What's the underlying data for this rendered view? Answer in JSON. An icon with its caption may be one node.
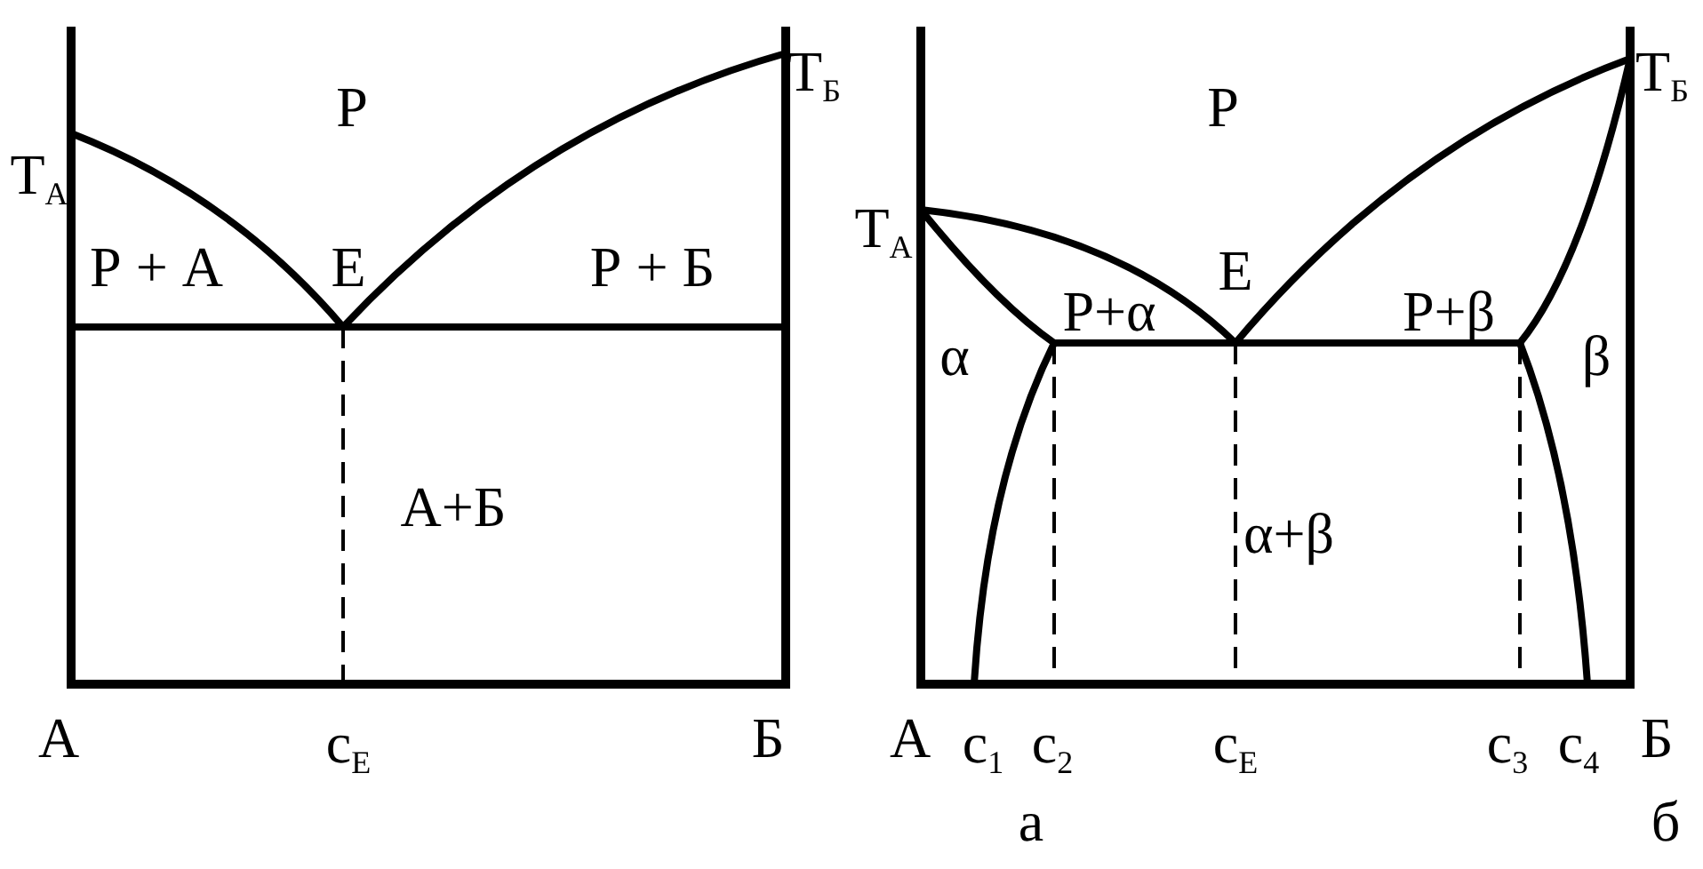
{
  "diagram": {
    "labels": [
      "Т$_{Б}$",
      "Р",
      "Т$_{А}$",
      "Р + А",
      "Е",
      "Р + Б",
      "А+Б",
      "А",
      "c$_{Е}$",
      "Б",
      "а",
      "Р",
      "Т$_{Б}$",
      "Т$_{А}$",
      "Р+α",
      "Е",
      "Р+β",
      "α",
      "β",
      "α+β",
      "А",
      "c$_{1}$",
      "c$_{2}$",
      "c$_{Е}$",
      "c$_{3}$",
      "c$_{4}$",
      "Б",
      "б"
    ]
  }
}
